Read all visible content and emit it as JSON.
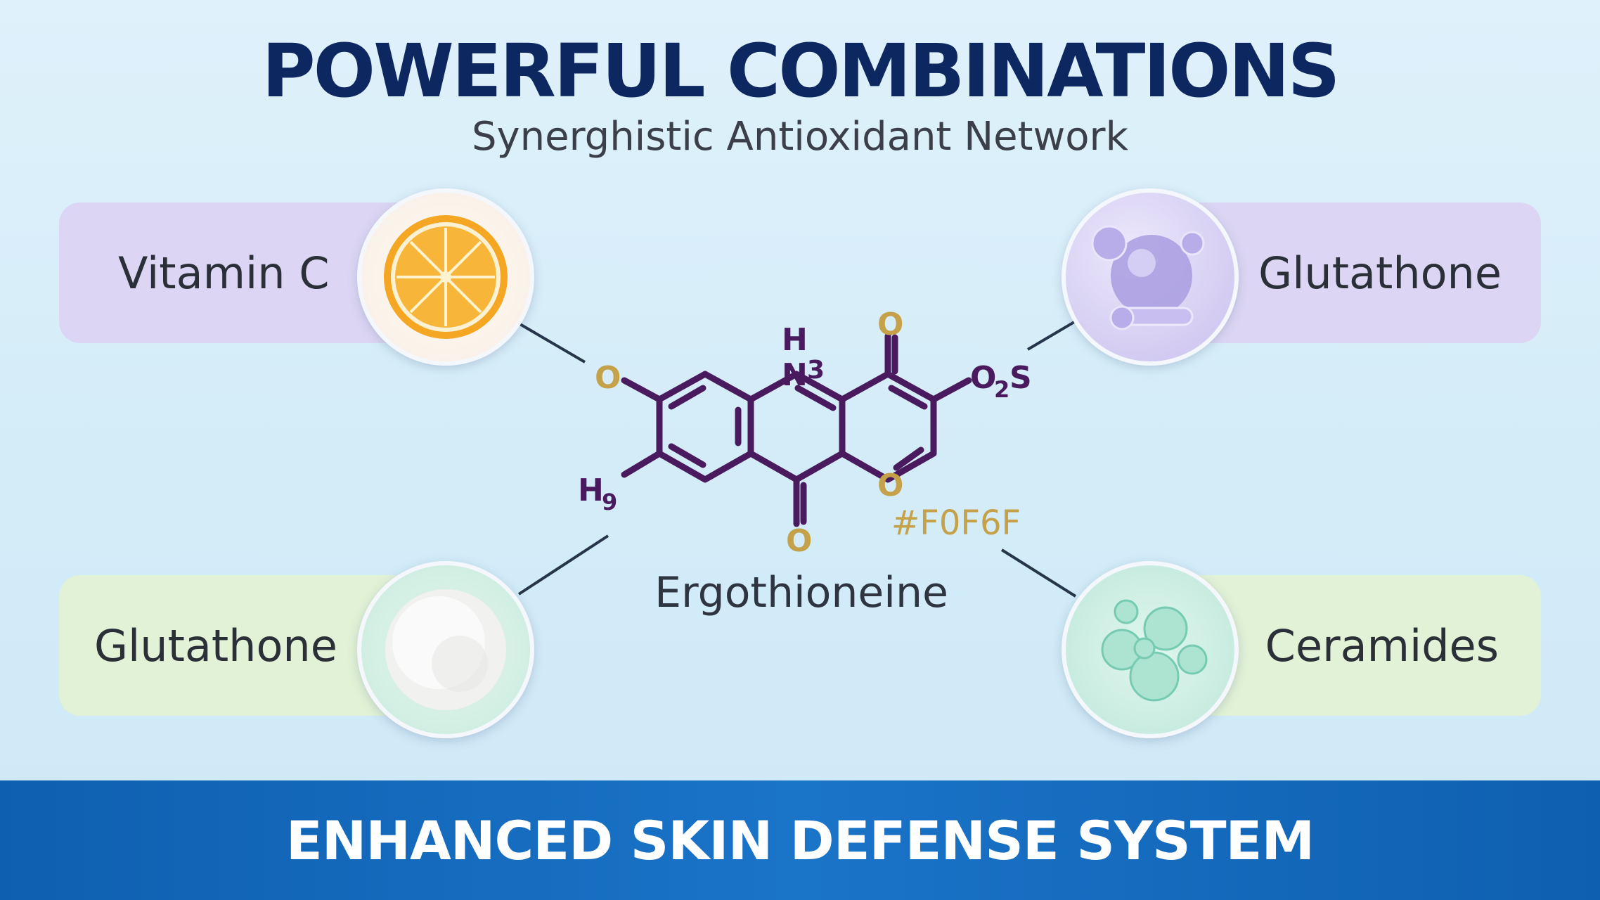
{
  "header": {
    "title": "POWERFUL COMBINATIONS",
    "subtitle": "Synerghistic Antioxidant Network"
  },
  "nodes": [
    {
      "label": "Vitamin C",
      "image": "orange-slice-icon",
      "color": "#dcd6f4"
    },
    {
      "label": "Glutathone",
      "image": "molecule-sphere-icon",
      "color": "#dcd6f4"
    },
    {
      "label": "Glutathone",
      "image": "white-powder-icon",
      "color": "#e1f2d6"
    },
    {
      "label": "Ceramides",
      "image": "bubbles-icon",
      "color": "#e1f2d6"
    }
  ],
  "molecule": {
    "name": "Ergothioneine",
    "color_code": "#F0F6F",
    "atoms": {
      "o_left": "O",
      "h_top": "H",
      "n_top": "N",
      "n_sub": "3",
      "o_top_right": "O",
      "o2s": "O",
      "o2s_sub": "2",
      "o2s_s": "S",
      "h9": "H",
      "h9_sub": "9",
      "o_ring": "O",
      "o_bottom": "O"
    },
    "bond_color": "#4a1a5e",
    "heteroatom_color": "#c5a24a"
  },
  "footer": {
    "banner": "ENHANCED SKIN DEFENSE SYSTEM"
  }
}
